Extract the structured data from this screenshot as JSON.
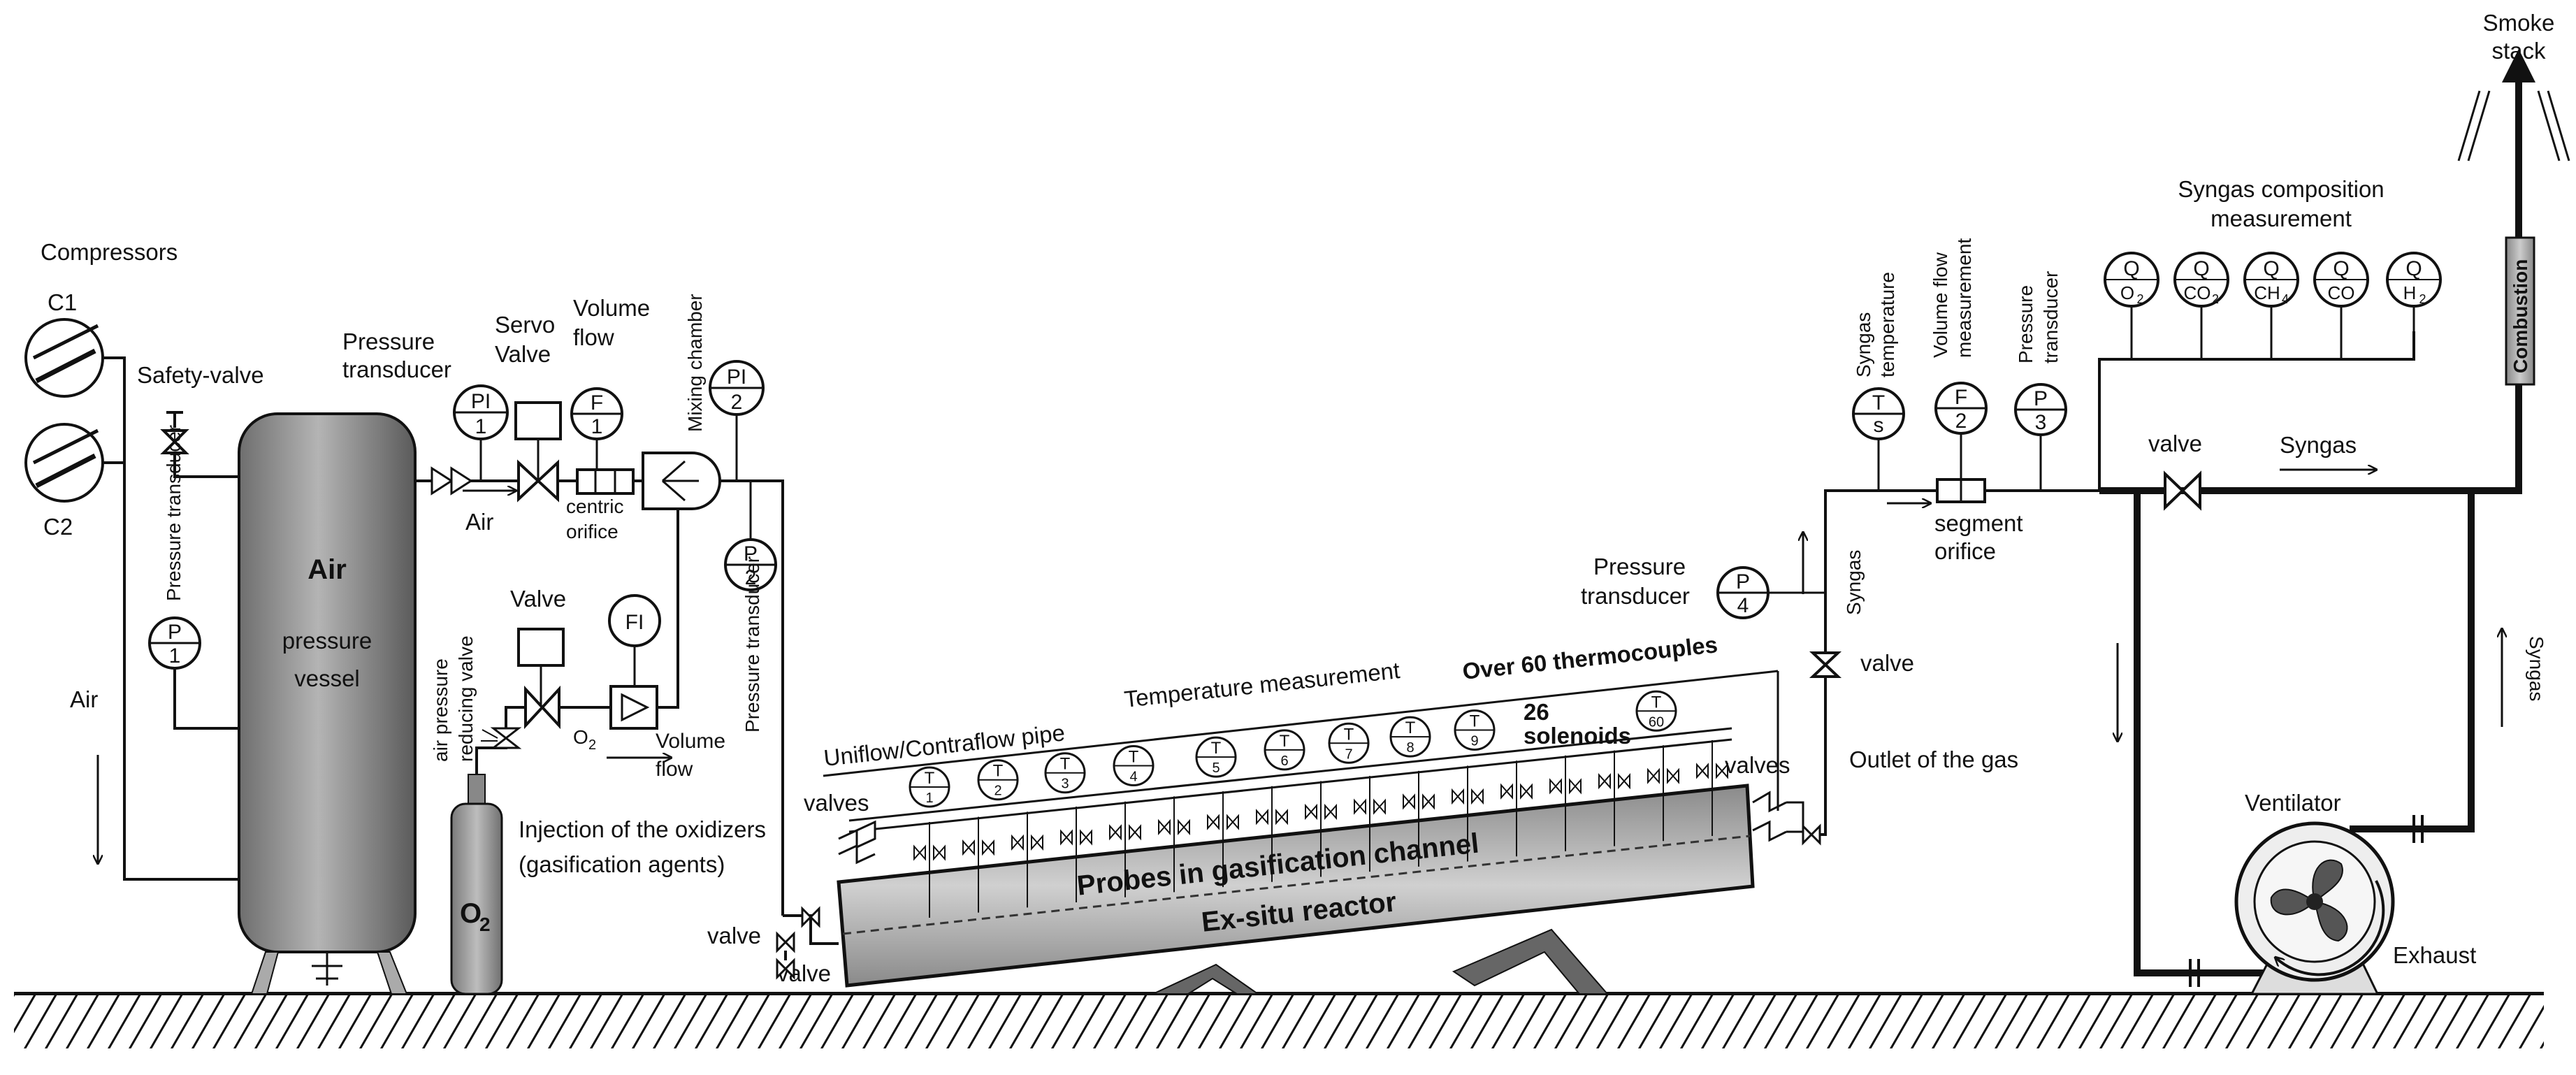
{
  "compressors": {
    "title": "Compressors",
    "c1": "C1",
    "c2": "C2"
  },
  "left": {
    "safety_valve": "Safety-valve",
    "pressure_transducer": "Pressure transducer",
    "air": "Air",
    "p_tag": "P",
    "p_num": "1"
  },
  "vessel": {
    "title": "Air",
    "line1": "pressure",
    "line2": "vessel"
  },
  "o2": {
    "label": "O",
    "sub": "2"
  },
  "upper_feed": {
    "pressure_transducer": "Pressure transducer",
    "servo_valve": "Servo Valve",
    "volume_flow": "Volume flow",
    "mixing_chamber": "Mixing chamber",
    "air": "Air",
    "centric_orifice": "centric orifice",
    "pi1_tag": "PI",
    "pi1_num": "1",
    "f1_tag": "F",
    "f1_num": "1",
    "pi2_tag": "PI",
    "pi2_num": "2",
    "p2_tag": "P",
    "p2_num": "2",
    "p2_label": "Pressure transducer"
  },
  "lower_feed": {
    "valve": "Valve",
    "reducing_valve": "air pressure reducing valve",
    "fi": "FI",
    "o2": "O",
    "o2_sub": "2",
    "volume_flow": "Volume flow",
    "injection_line1": "Injection of the oxidizers",
    "injection_line2": "(gasification agents)"
  },
  "reactor": {
    "uniflow": "Uniflow/Contraflow pipe",
    "temp_measurement": "Temperature measurement",
    "over60": "Over 60 thermocouples",
    "solenoids": "26 solenoids",
    "valves_left": "valves",
    "valves_right": "valves",
    "valve_low1": "valve",
    "valve_low2": "valve",
    "probes": "Probes in gasification channel",
    "exsitu": "Ex-situ reactor",
    "t_tag": "T",
    "thermocouples": [
      "1",
      "2",
      "3",
      "4",
      "5",
      "6",
      "7",
      "8",
      "9",
      "60"
    ]
  },
  "outlet": {
    "pressure_transducer": "Pressure transducer",
    "p4_tag": "P",
    "p4_num": "4",
    "syngas": "Syngas",
    "valve": "valve",
    "outlet_gas": "Outlet of the gas"
  },
  "measure": {
    "syngas_temperature": "Syngas temperature",
    "volume_flow_measurement": "Volume flow measurement",
    "pressure_transducer": "Pressure transducer",
    "ts_tag": "T",
    "ts_num": "s",
    "f2_tag": "F",
    "f2_num": "2",
    "p3_tag": "P",
    "p3_num": "3",
    "segment_orifice": "segment orifice"
  },
  "composition": {
    "title_line1": "Syngas composition",
    "title_line2": "measurement",
    "q_tag": "Q",
    "gases": [
      {
        "base": "O",
        "sub": "2"
      },
      {
        "base": "CO",
        "sub": "2"
      },
      {
        "base": "CH",
        "sub": "4"
      },
      {
        "base": "CO",
        "sub": ""
      },
      {
        "base": "H",
        "sub": "2"
      }
    ]
  },
  "right": {
    "valve": "valve",
    "syngas": "Syngas",
    "syngas_vertical": "Syngas",
    "combustion": "Combustion",
    "smoke_stack_line1": "Smoke",
    "smoke_stack_line2": "stack",
    "ventilator": "Ventilator",
    "exhaust": "Exhaust"
  }
}
